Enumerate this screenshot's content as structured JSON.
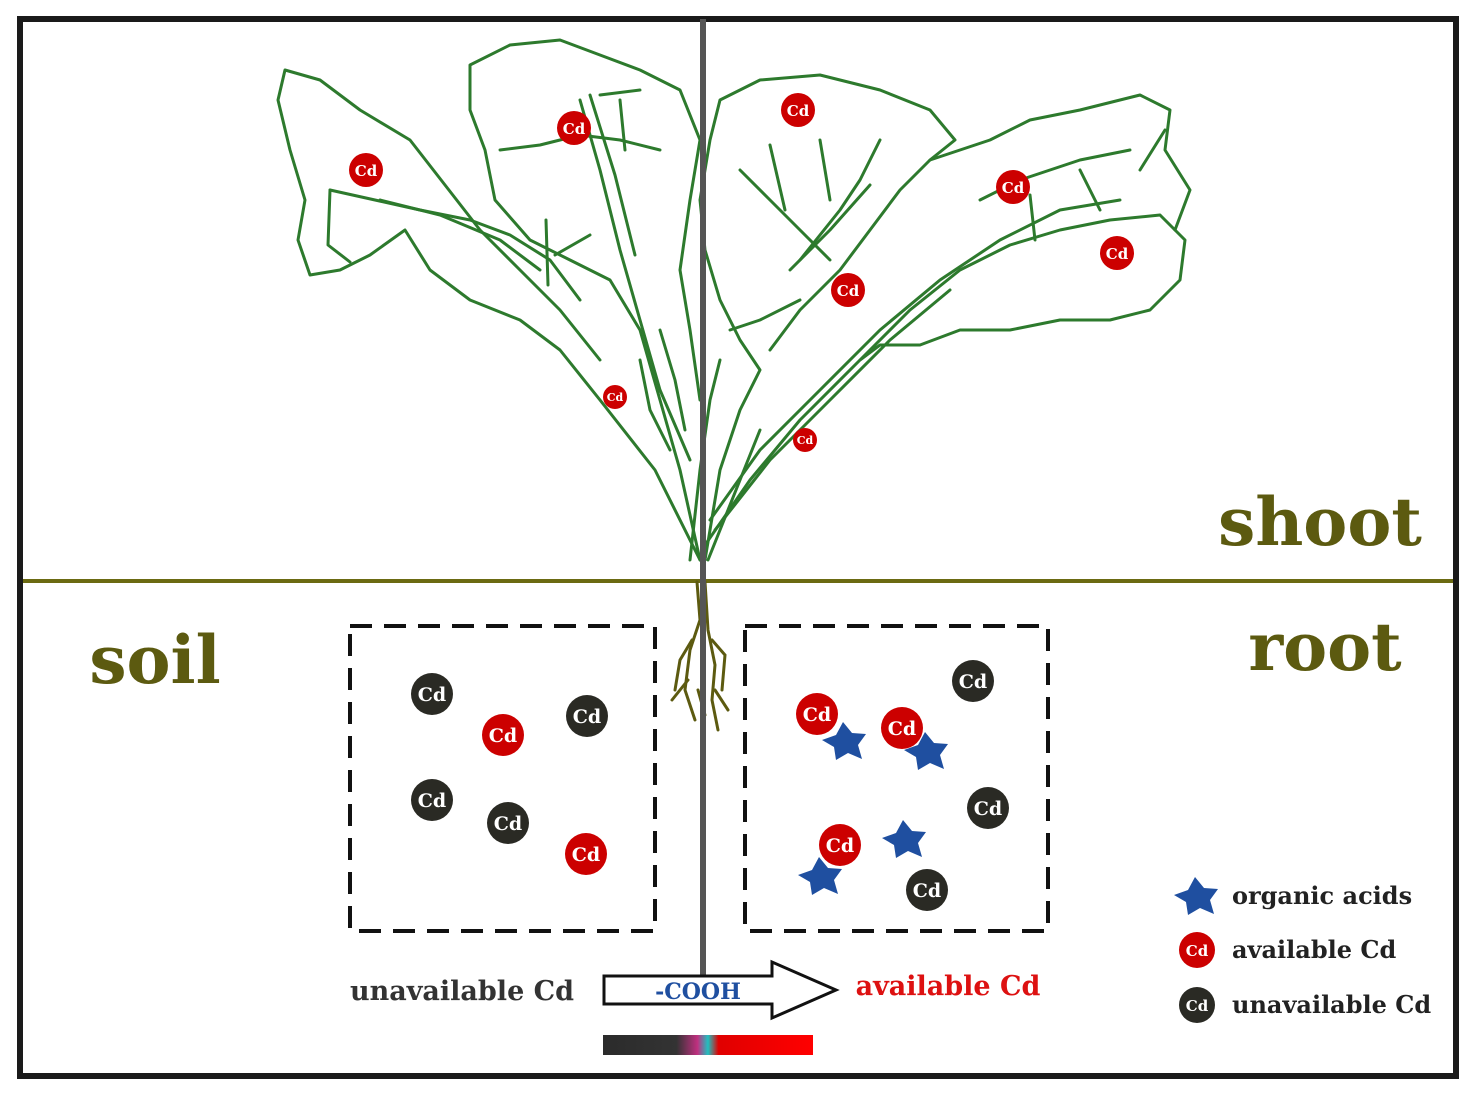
{
  "regions": {
    "shoot": "shoot",
    "soil": "soil",
    "root": "root"
  },
  "cd_label": "Cd",
  "process": {
    "left_label": "unavailable Cd",
    "arrow_label": "-COOH",
    "right_label": "available Cd"
  },
  "legend": {
    "organic_acids": "organic acids",
    "available": "available Cd",
    "unavailable": "unavailable Cd"
  },
  "colors": {
    "frame": "#1a1a1a",
    "plant": "#2d7a2d",
    "ground": "#6b6a12",
    "region_text": "#5c5a10",
    "available_cd": "#cc0000",
    "unavailable_cd": "#2a2a24",
    "organic_acid": "#1f4fa0",
    "available_text": "#dd1111",
    "unavailable_text": "#333333"
  }
}
